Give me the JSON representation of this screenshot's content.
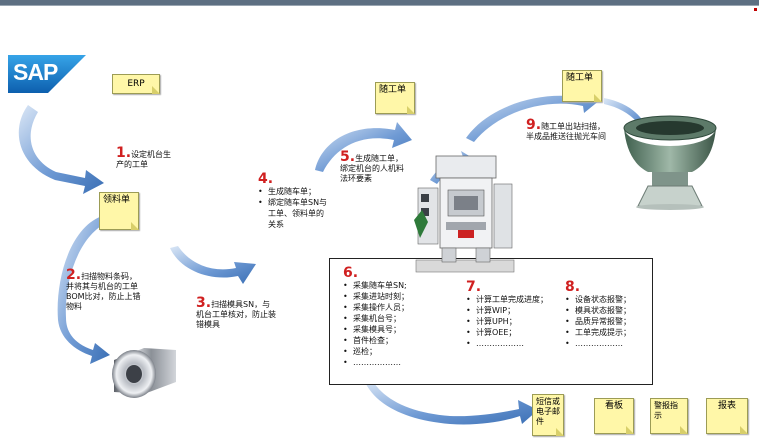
{
  "logo": {
    "text": "SAP",
    "color": "#1c7fc6"
  },
  "notes": {
    "erp": "ERP",
    "material_slip": "领料单",
    "traveler_a": "随工单",
    "traveler_b": "随工单",
    "sms": "短信或电子邮件",
    "kanban": "看板",
    "alarm_lamp": "警报指示",
    "report": "报表"
  },
  "steps": {
    "s1": {
      "num": "1.",
      "text": "设定机台生产的工单"
    },
    "s2": {
      "num": "2.",
      "text": "扫描物料条码，并将其与机台的工单BOM比对，防止上错物料"
    },
    "s3": {
      "num": "3.",
      "text": "扫描模具SN，与机台工单核对，防止装错模具"
    },
    "s4": {
      "num": "4.",
      "items": [
        "生成随车单；",
        "绑定随车单SN与工单、领料单的关系"
      ]
    },
    "s5": {
      "num": "5.",
      "text": "生成随工单，绑定机台的人机料法环要素"
    },
    "s6": {
      "num": "6.",
      "items": [
        "采集随车单SN;",
        "采集进站时刻；",
        "采集操作人员；",
        "采集机台号；",
        "采集模具号；",
        "首件检查；",
        "巡检；",
        "………………"
      ]
    },
    "s7": {
      "num": "7.",
      "items": [
        "计算工单完成进度；",
        "计算WIP；",
        "计算UPH；",
        "计算OEE；",
        "………………"
      ]
    },
    "s8": {
      "num": "8.",
      "items": [
        "设备状态报警；",
        "模具状态报警；",
        "品质异常报警；",
        "工单完成提示；",
        "………………"
      ]
    },
    "s9": {
      "num": "9.",
      "text": "随工单出站扫描，半成品推送往抛光车间"
    }
  },
  "colors": {
    "arrow": "#4d82c4",
    "note_bg": "#fff7a8",
    "step_number": "#d02020",
    "top_bar": "#5d6f82"
  },
  "icons": {
    "logo": "sap-logo",
    "coil": "steel-coil-image",
    "press": "stamping-press-image",
    "vibrator": "vibratory-polisher-image"
  }
}
